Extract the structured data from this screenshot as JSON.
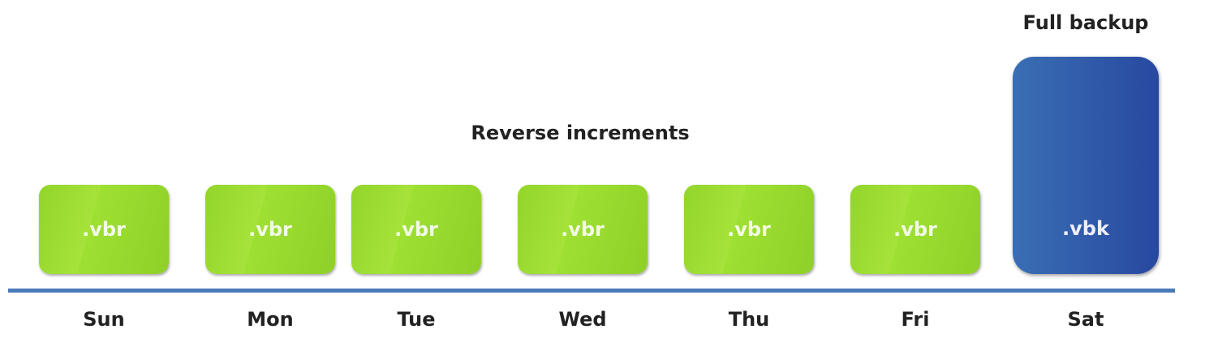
{
  "full_label": "Full backup",
  "reverse_label": "Reverse increments",
  "colors": {
    "increment": "#9ee032",
    "full": "#2f5aa8",
    "timeline": "#4a7ab8"
  },
  "days": [
    {
      "day": "Sun",
      "file": ".vbr"
    },
    {
      "day": "Mon",
      "file": ".vbr"
    },
    {
      "day": "Tue",
      "file": ".vbr"
    },
    {
      "day": "Wed",
      "file": ".vbr"
    },
    {
      "day": "Thu",
      "file": ".vbr"
    },
    {
      "day": "Fri",
      "file": ".vbr"
    },
    {
      "day": "Sat",
      "file": ".vbk"
    }
  ]
}
